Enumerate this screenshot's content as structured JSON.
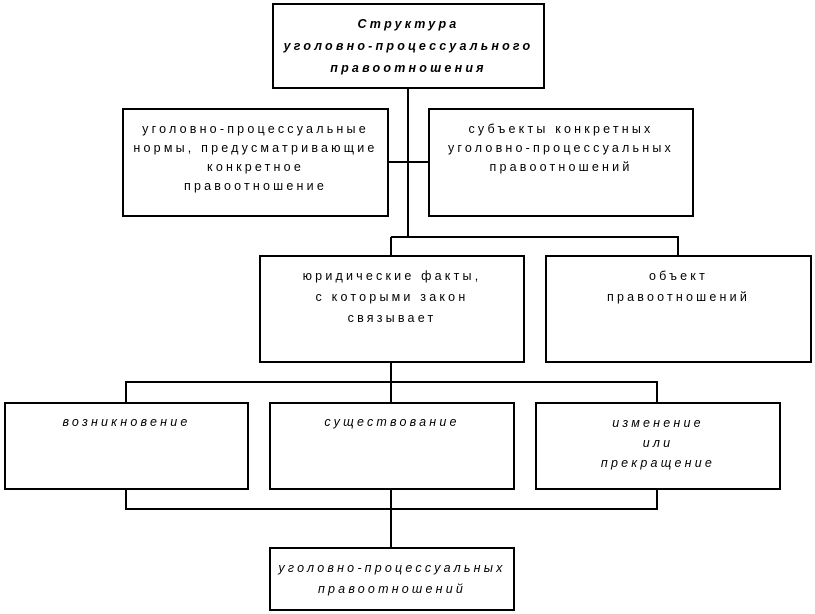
{
  "title_box": {
    "lines": [
      "Структура",
      "уголовно-процессуального",
      "правоотношения"
    ]
  },
  "norms_box": {
    "lines": [
      "уголовно-процессуальные",
      "нормы, предусматривающие",
      "конкретное",
      "правоотношение"
    ]
  },
  "subjects_box": {
    "lines": [
      "субъекты конкретных",
      "уголовно-процессуальных",
      "правоотношений"
    ]
  },
  "facts_box": {
    "lines": [
      "юридические факты,",
      "с которыми закон",
      "связывает"
    ]
  },
  "object_box": {
    "lines": [
      "объект",
      "правоотношений"
    ]
  },
  "emergence_box": {
    "lines": [
      "возникновение"
    ]
  },
  "existence_box": {
    "lines": [
      "существование"
    ]
  },
  "change_box": {
    "lines": [
      "изменение",
      "или",
      "прекращение"
    ]
  },
  "result_box": {
    "lines": [
      "уголовно-процессуальных",
      "правоотношений"
    ]
  }
}
